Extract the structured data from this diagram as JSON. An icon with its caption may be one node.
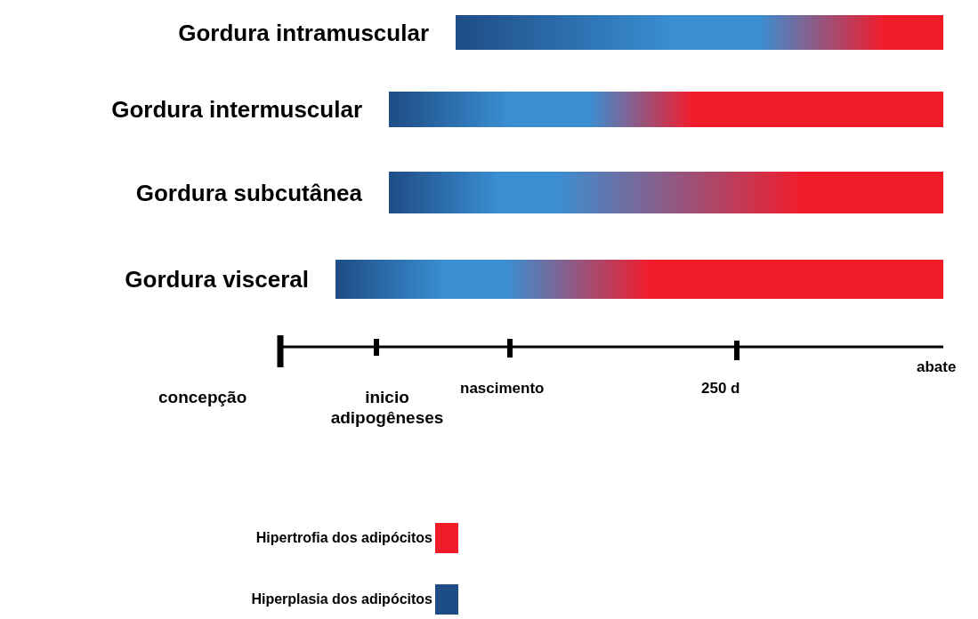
{
  "diagram": {
    "nodes": [
      {
        "text": [
          "Gordura intramuscular"
        ]
      },
      {
        "text": [
          "Gordura intermuscular"
        ]
      },
      {
        "text": [
          "Gordura subcutânea"
        ]
      },
      {
        "text": [
          "Gordura visceral"
        ]
      }
    ],
    "labels": [
      "concepção",
      "inicio adipogêneses",
      "nascimento",
      "250 d",
      "abate"
    ],
    "legend": [
      {
        "text": "Hipertrofia dos adipócitos",
        "color": "#f21b2a"
      },
      {
        "text": "Hiperplasia dos adipócitos",
        "color": "#1e4c86"
      }
    ]
  }
}
